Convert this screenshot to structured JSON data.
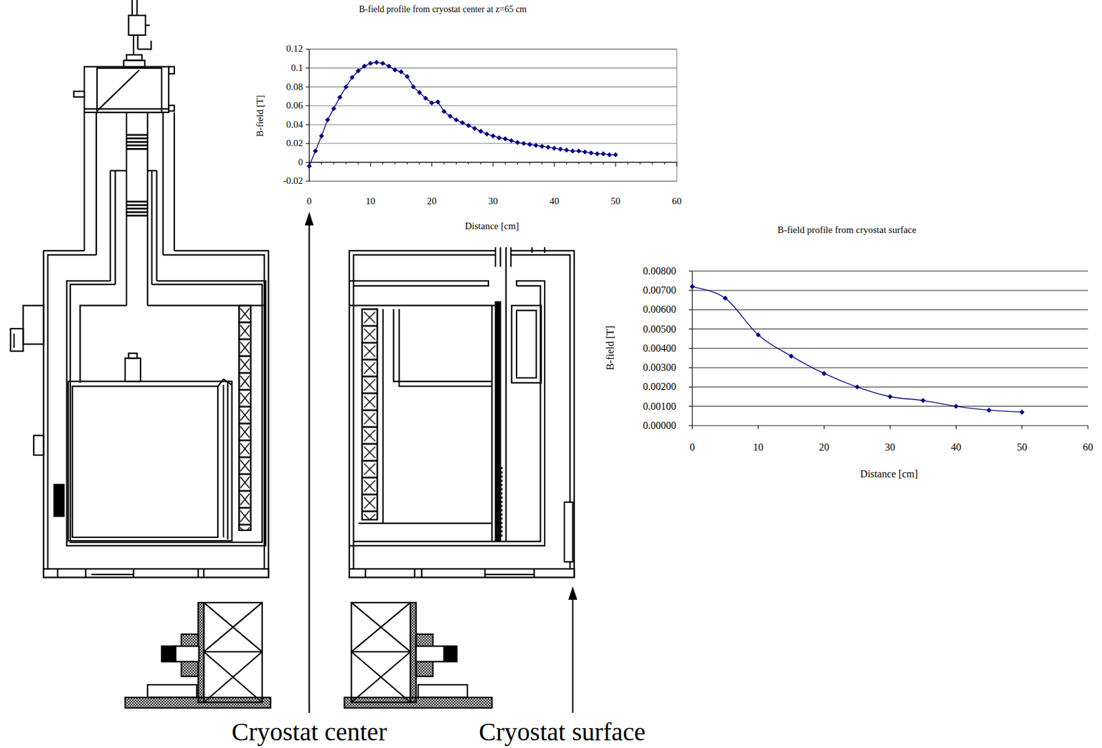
{
  "diagram": {
    "labels": [
      "B-field profile from cryostat center at z=65 cm",
      "0.12",
      "0.1",
      "0.08",
      "0.06",
      "0.04",
      "0.02",
      "0",
      "-0.02",
      "0",
      "10",
      "20",
      "30",
      "40",
      "50",
      "60",
      "Distance [cm]",
      "B-field [T]",
      "B-field profile from cryostat surface",
      "0.00800",
      "0.00700",
      "0.00600",
      "0.00500",
      "0.00400",
      "0.00300",
      "0.00200",
      "0.00100",
      "0.00000",
      "0",
      "10",
      "20",
      "30",
      "40",
      "50",
      "60",
      "Distance [cm]",
      "B-field [T]",
      "Cryostat center",
      "Cryostat surface"
    ]
  }
}
